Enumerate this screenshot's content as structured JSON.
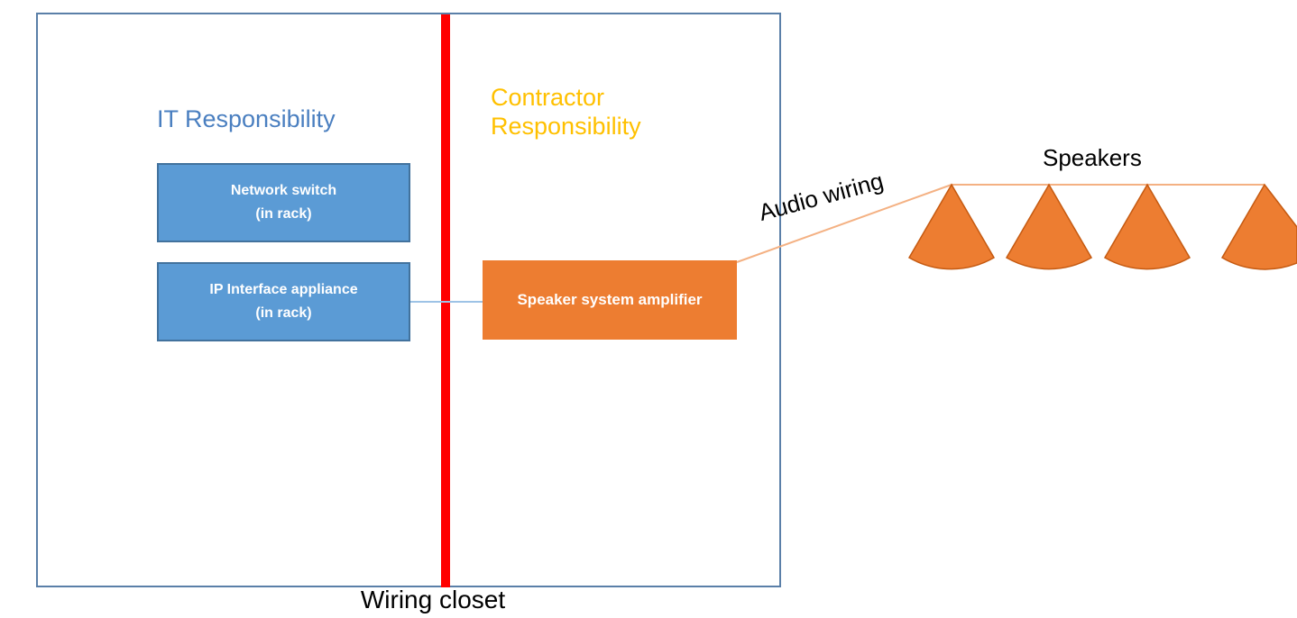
{
  "closet": {
    "label": "Wiring closet",
    "frame_color": "#5a7fa8",
    "divider_color": "#ff0000"
  },
  "it_zone": {
    "title": "IT Responsibility",
    "title_color": "#4a7fc0",
    "boxes": [
      {
        "line1": "Network switch",
        "line2": "(in rack)",
        "color": "#5b9bd5"
      },
      {
        "line1": "IP Interface appliance",
        "line2": "(in rack)",
        "color": "#5b9bd5"
      }
    ]
  },
  "contractor_zone": {
    "title_line1": "Contractor",
    "title_line2": "Responsibility",
    "title_color": "#ffc000",
    "amplifier": {
      "label": "Speaker system amplifier",
      "color": "#ed7d31"
    }
  },
  "wiring": {
    "label": "Audio wiring",
    "color": "#f4b183"
  },
  "speakers": {
    "label": "Speakers",
    "count": 4,
    "color": "#ed7d31",
    "icons": [
      "speaker-icon",
      "speaker-icon",
      "speaker-icon",
      "speaker-icon"
    ]
  }
}
